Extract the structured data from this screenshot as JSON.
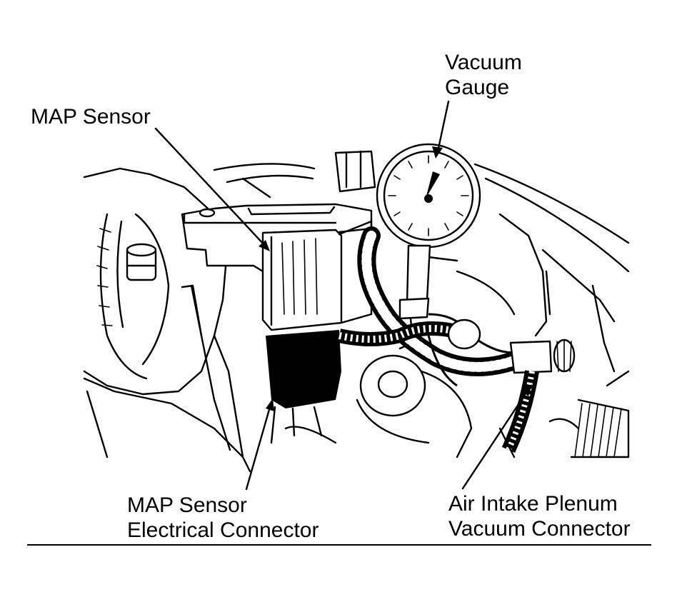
{
  "labels": {
    "map_sensor": "MAP Sensor",
    "vacuum_gauge_line1": "Vacuum",
    "vacuum_gauge_line2": "Gauge",
    "connector_line1": "MAP Sensor",
    "connector_line2": "Electrical Connector",
    "air_intake_line1": "Air Intake Plenum",
    "air_intake_line2": "Vacuum Connector"
  },
  "colors": {
    "ink": "#000000",
    "paper": "#ffffff"
  }
}
